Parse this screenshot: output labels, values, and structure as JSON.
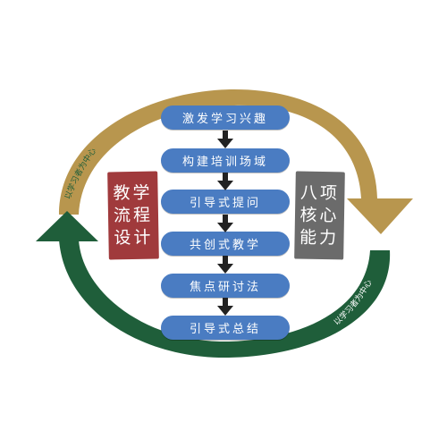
{
  "colors": {
    "gold": "#B8964E",
    "green": "#1F5E3A",
    "step_fill": "#4A7CC2",
    "step_text": "#FFFFFF",
    "left_box": "#A03A3C",
    "right_box": "#6B6B6B",
    "arrow_dark": "#222222"
  },
  "steps": [
    {
      "label": "激发学习兴趣"
    },
    {
      "label": "构建培训场域"
    },
    {
      "label": "引导式提问"
    },
    {
      "label": "共创式教学"
    },
    {
      "label": "焦点研讨法"
    },
    {
      "label": "引导式总结"
    }
  ],
  "left_box": {
    "lines": [
      "教学",
      "流程",
      "设计"
    ]
  },
  "right_box": {
    "lines": [
      "八项",
      "核心",
      "能力"
    ]
  },
  "cycle_label_top": "以学习者为中心",
  "cycle_label_bottom": "以学习者为中心"
}
